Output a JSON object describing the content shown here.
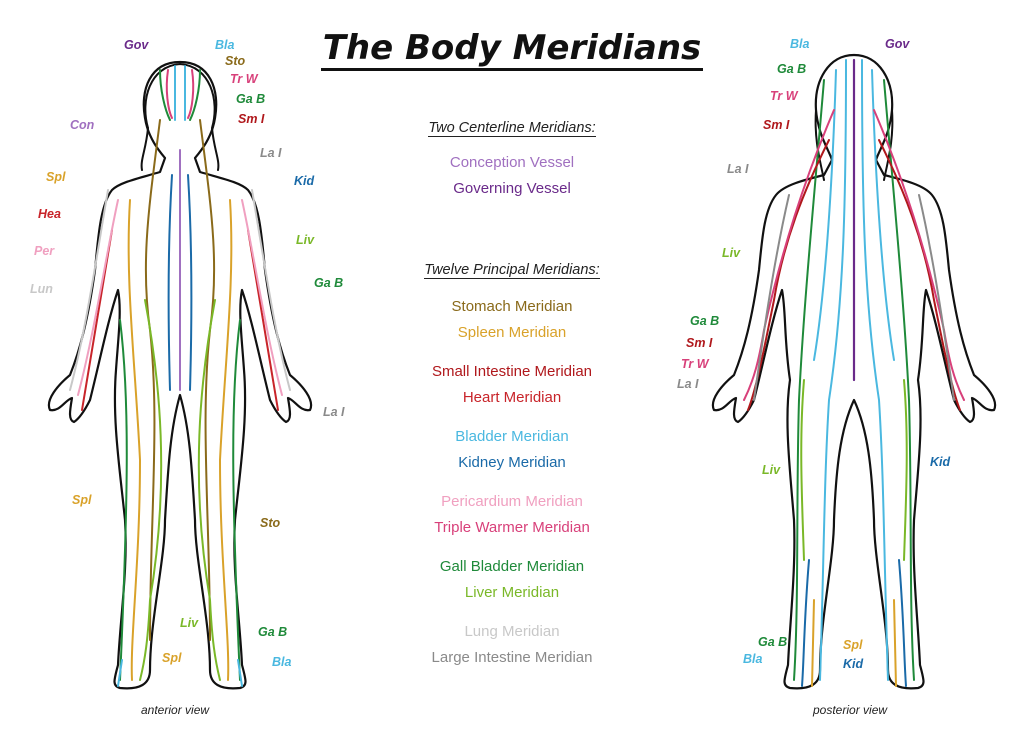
{
  "title": "The Body Meridians",
  "centerline": {
    "heading": "Two Centerline Meridians:",
    "items": [
      {
        "name": "Conception Vessel",
        "color": "#a070c0"
      },
      {
        "name": "Governing Vessel",
        "color": "#6a2a8a"
      }
    ]
  },
  "principal": {
    "heading": "Twelve Principal Meridians:",
    "groups": [
      [
        {
          "name": "Stomach Meridian",
          "color": "#8a6a1a"
        },
        {
          "name": "Spleen Meridian",
          "color": "#d9a22a"
        }
      ],
      [
        {
          "name": "Small Intestine Meridian",
          "color": "#b0181c"
        },
        {
          "name": "Heart Meridian",
          "color": "#c8242a"
        }
      ],
      [
        {
          "name": "Bladder Meridian",
          "color": "#4ab8e0"
        },
        {
          "name": "Kidney Meridian",
          "color": "#1a6aa8"
        }
      ],
      [
        {
          "name": "Pericardium Meridian",
          "color": "#f0a0c0"
        },
        {
          "name": "Triple Warmer Meridian",
          "color": "#d8407a"
        }
      ],
      [
        {
          "name": "Gall Bladder Meridian",
          "color": "#1f8a3a"
        },
        {
          "name": "Liver Meridian",
          "color": "#7ab828"
        }
      ],
      [
        {
          "name": "Lung Meridian",
          "color": "#c8c8c8"
        },
        {
          "name": "Large Intestine Meridian",
          "color": "#8a8a8a"
        }
      ]
    ]
  },
  "anterior": {
    "view": "anterior view",
    "labels": {
      "gov": "Gov",
      "bla": "Bla",
      "sto": "Sto",
      "trw": "Tr W",
      "gab": "Ga B",
      "smi": "Sm I",
      "con": "Con",
      "lai": "La I",
      "spl": "Spl",
      "kid": "Kid",
      "hea": "Hea",
      "liv": "Liv",
      "per": "Per",
      "gab2": "Ga B",
      "lun": "Lun",
      "lai2": "La I",
      "spl2": "Spl",
      "sto2": "Sto",
      "liv2": "Liv",
      "gab3": "Ga B",
      "spl3": "Spl",
      "bla2": "Bla"
    }
  },
  "posterior": {
    "view": "posterior view",
    "labels": {
      "bla": "Bla",
      "gov": "Gov",
      "gab": "Ga B",
      "trw": "Tr W",
      "smi": "Sm I",
      "lai": "La I",
      "liv": "Liv",
      "gab2": "Ga B",
      "smi2": "Sm I",
      "trw2": "Tr W",
      "lai2": "La I",
      "liv2": "Liv",
      "kid": "Kid",
      "gab3": "Ga B",
      "spl": "Spl",
      "bla2": "Bla",
      "kid2": "Kid"
    }
  }
}
